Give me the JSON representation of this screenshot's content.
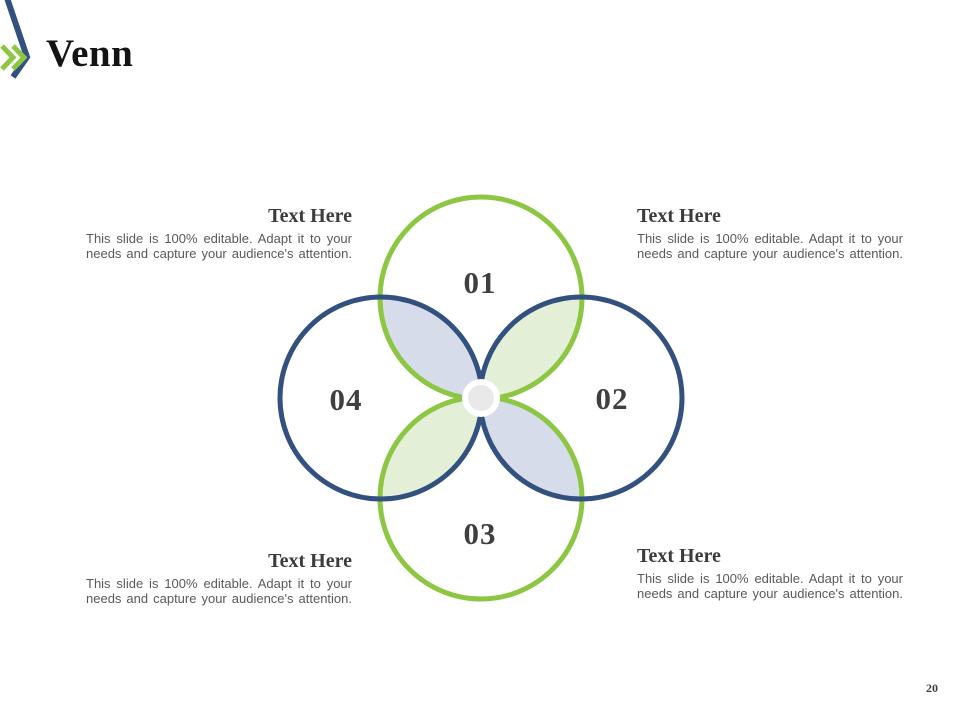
{
  "slide": {
    "title": "Venn",
    "page_number": "20"
  },
  "colors": {
    "green": "#8CC642",
    "navy": "#33517E",
    "petal_lavender": "#D7DCEB",
    "petal_green": "#E3EFD6",
    "center_gray": "#E9E9E9"
  },
  "venn": {
    "circles": [
      {
        "label": "01",
        "position": "top",
        "color": "green"
      },
      {
        "label": "02",
        "position": "right",
        "color": "navy"
      },
      {
        "label": "03",
        "position": "bottom",
        "color": "green"
      },
      {
        "label": "04",
        "position": "left",
        "color": "navy"
      }
    ]
  },
  "text_blocks": [
    {
      "position": "top-left",
      "heading": "Text Here",
      "body": "This slide is 100% editable. Adapt it to your needs and capture your audience's attention."
    },
    {
      "position": "top-right",
      "heading": "Text Here",
      "body": "This slide is 100% editable. Adapt it to your needs and capture your audience's attention."
    },
    {
      "position": "bottom-left",
      "heading": "Text Here",
      "body": "This slide is 100% editable. Adapt it to your needs and capture your audience's attention."
    },
    {
      "position": "bottom-right",
      "heading": "Text Here",
      "body": "This slide is 100% editable. Adapt it to your needs and capture your audience's attention."
    }
  ]
}
